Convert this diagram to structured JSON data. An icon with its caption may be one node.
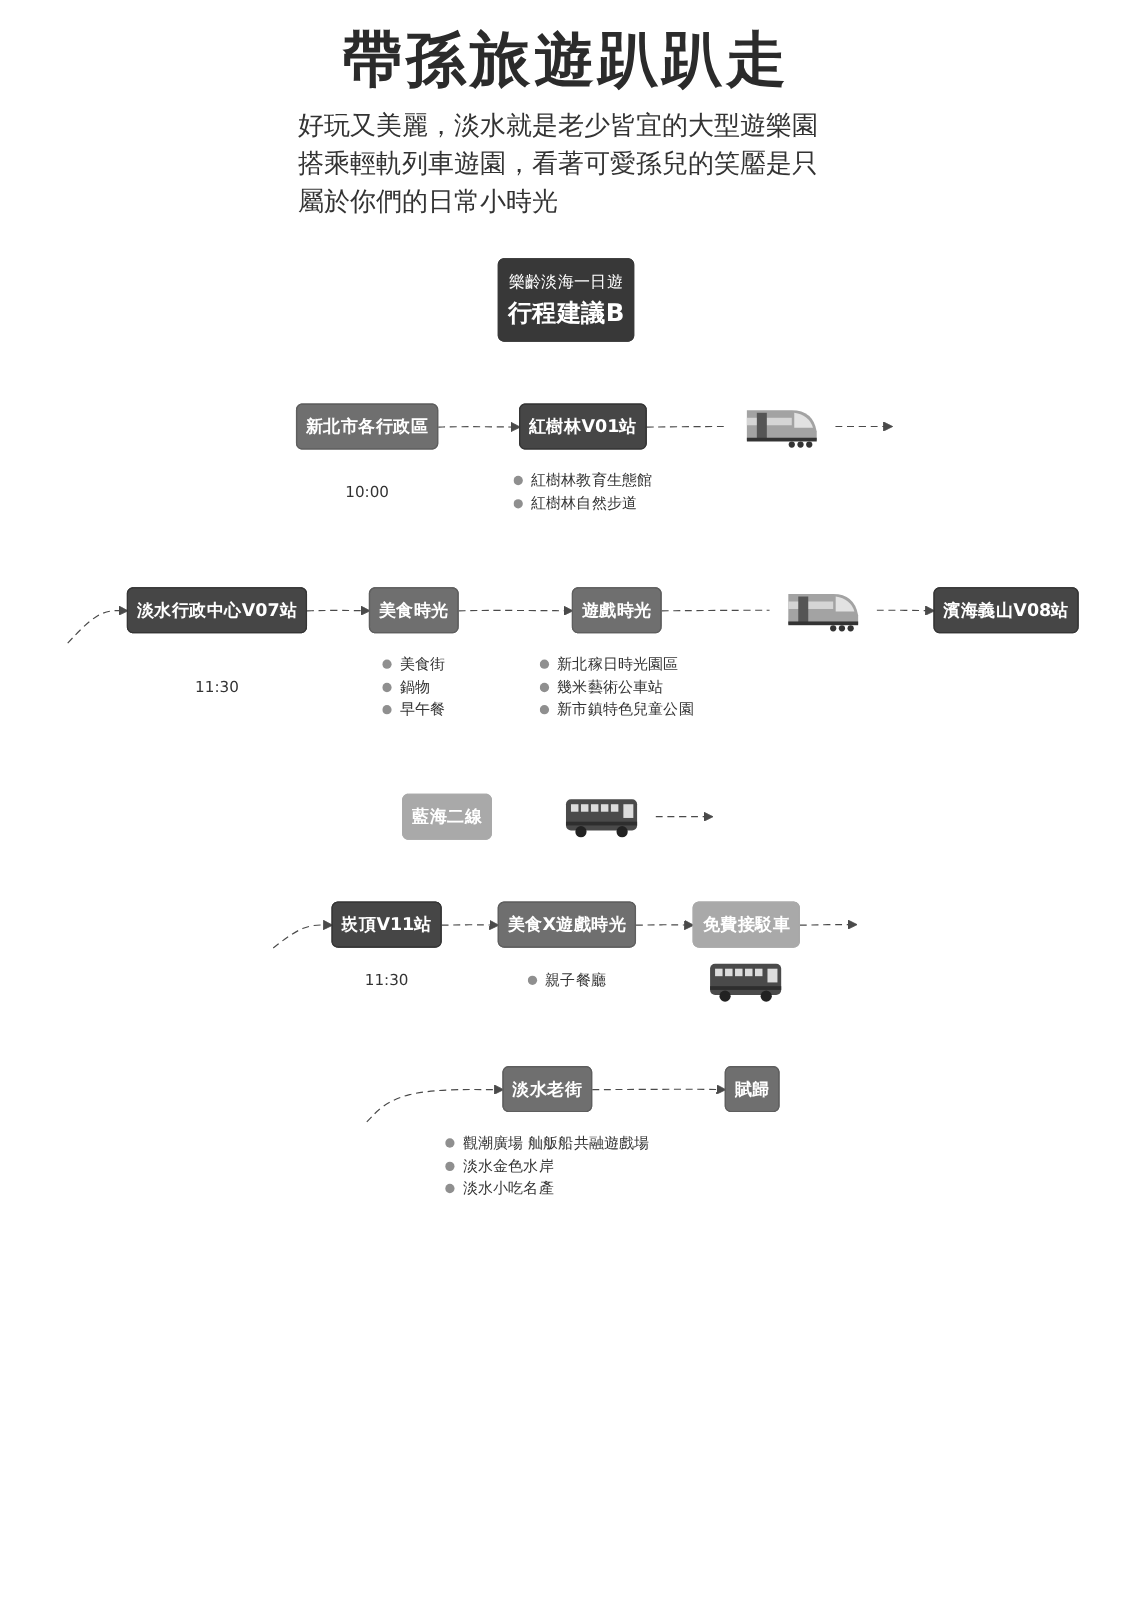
{
  "diagram": {
    "title": "帶孫旅遊趴趴走",
    "nodes": [
      {
        "text": [
          "樂齡淡海一日遊",
          "行程建議B"
        ]
      },
      {
        "text": [
          "新北市各行政區"
        ],
        "beside": [
          "10:00"
        ]
      },
      {
        "text": [
          "紅樹林V01站"
        ],
        "beside": [
          "紅樹林教育生態館",
          "紅樹林自然步道"
        ]
      },
      {
        "text": [],
        "shape": "picture"
      },
      {
        "text": [
          "淡水行政中心V07站"
        ],
        "beside": [
          "11:30"
        ]
      },
      {
        "text": [
          "美食時光"
        ],
        "beside": [
          "美食街",
          "鍋物",
          "早午餐"
        ]
      },
      {
        "text": [
          "遊戲時光"
        ],
        "beside": [
          "新北稼日時光園區",
          "幾米藝術公車站",
          "新市鎮特色兒童公園"
        ]
      },
      {
        "text": [],
        "shape": "picture"
      },
      {
        "text": [
          "濱海義山V08站"
        ]
      },
      {
        "text": [
          "藍海二線"
        ]
      },
      {
        "text": [],
        "shape": "picture"
      },
      {
        "text": [
          "崁頂V11站"
        ],
        "beside": [
          "11:30"
        ]
      },
      {
        "text": [
          "美食X遊戲時光"
        ],
        "beside": [
          "親子餐廳"
        ]
      },
      {
        "text": [
          "免費接駁車"
        ]
      },
      {
        "text": [],
        "shape": "picture"
      },
      {
        "text": [
          "淡水老街"
        ],
        "beside": [
          "觀潮廣場 舢舨船共融遊戲場",
          "淡水金色水岸",
          "淡水小吃名產"
        ]
      },
      {
        "text": [
          "賦歸"
        ]
      }
    ],
    "edges": [
      {
        "from": 1,
        "to": 2,
        "arrow": "to",
        "style": "dashed"
      },
      {
        "from": 2,
        "to": 3,
        "arrow": "none",
        "style": "dashed"
      },
      {
        "from": 3,
        "to": null,
        "arrow": "to",
        "style": "dashed"
      },
      {
        "from": null,
        "to": 4,
        "arrow": "to",
        "style": "dashed"
      },
      {
        "from": 4,
        "to": 5,
        "arrow": "to",
        "style": "dashed"
      },
      {
        "from": 5,
        "to": 6,
        "arrow": "to",
        "style": "dashed"
      },
      {
        "from": 6,
        "to": 7,
        "arrow": "none",
        "style": "dashed"
      },
      {
        "from": 7,
        "to": 8,
        "arrow": "to",
        "style": "dashed"
      },
      {
        "from": 10,
        "to": null,
        "arrow": "to",
        "style": "dashed"
      },
      {
        "from": null,
        "to": 11,
        "arrow": "to",
        "style": "dashed"
      },
      {
        "from": 11,
        "to": 12,
        "arrow": "to",
        "style": "dashed"
      },
      {
        "from": 12,
        "to": 13,
        "arrow": "to",
        "style": "dashed"
      },
      {
        "from": 13,
        "to": null,
        "arrow": "to",
        "style": "dashed"
      },
      {
        "from": null,
        "to": 15,
        "arrow": "to",
        "style": "dashed"
      },
      {
        "from": 15,
        "to": 16,
        "arrow": "to",
        "style": "dashed"
      }
    ],
    "labels": [
      "好玩又美麗，淡水就是老少皆宜的大型遊樂園搭乘輕軌列車遊園，看著可愛孫兒的笑靨是只屬於你們的日常小時光"
    ]
  }
}
